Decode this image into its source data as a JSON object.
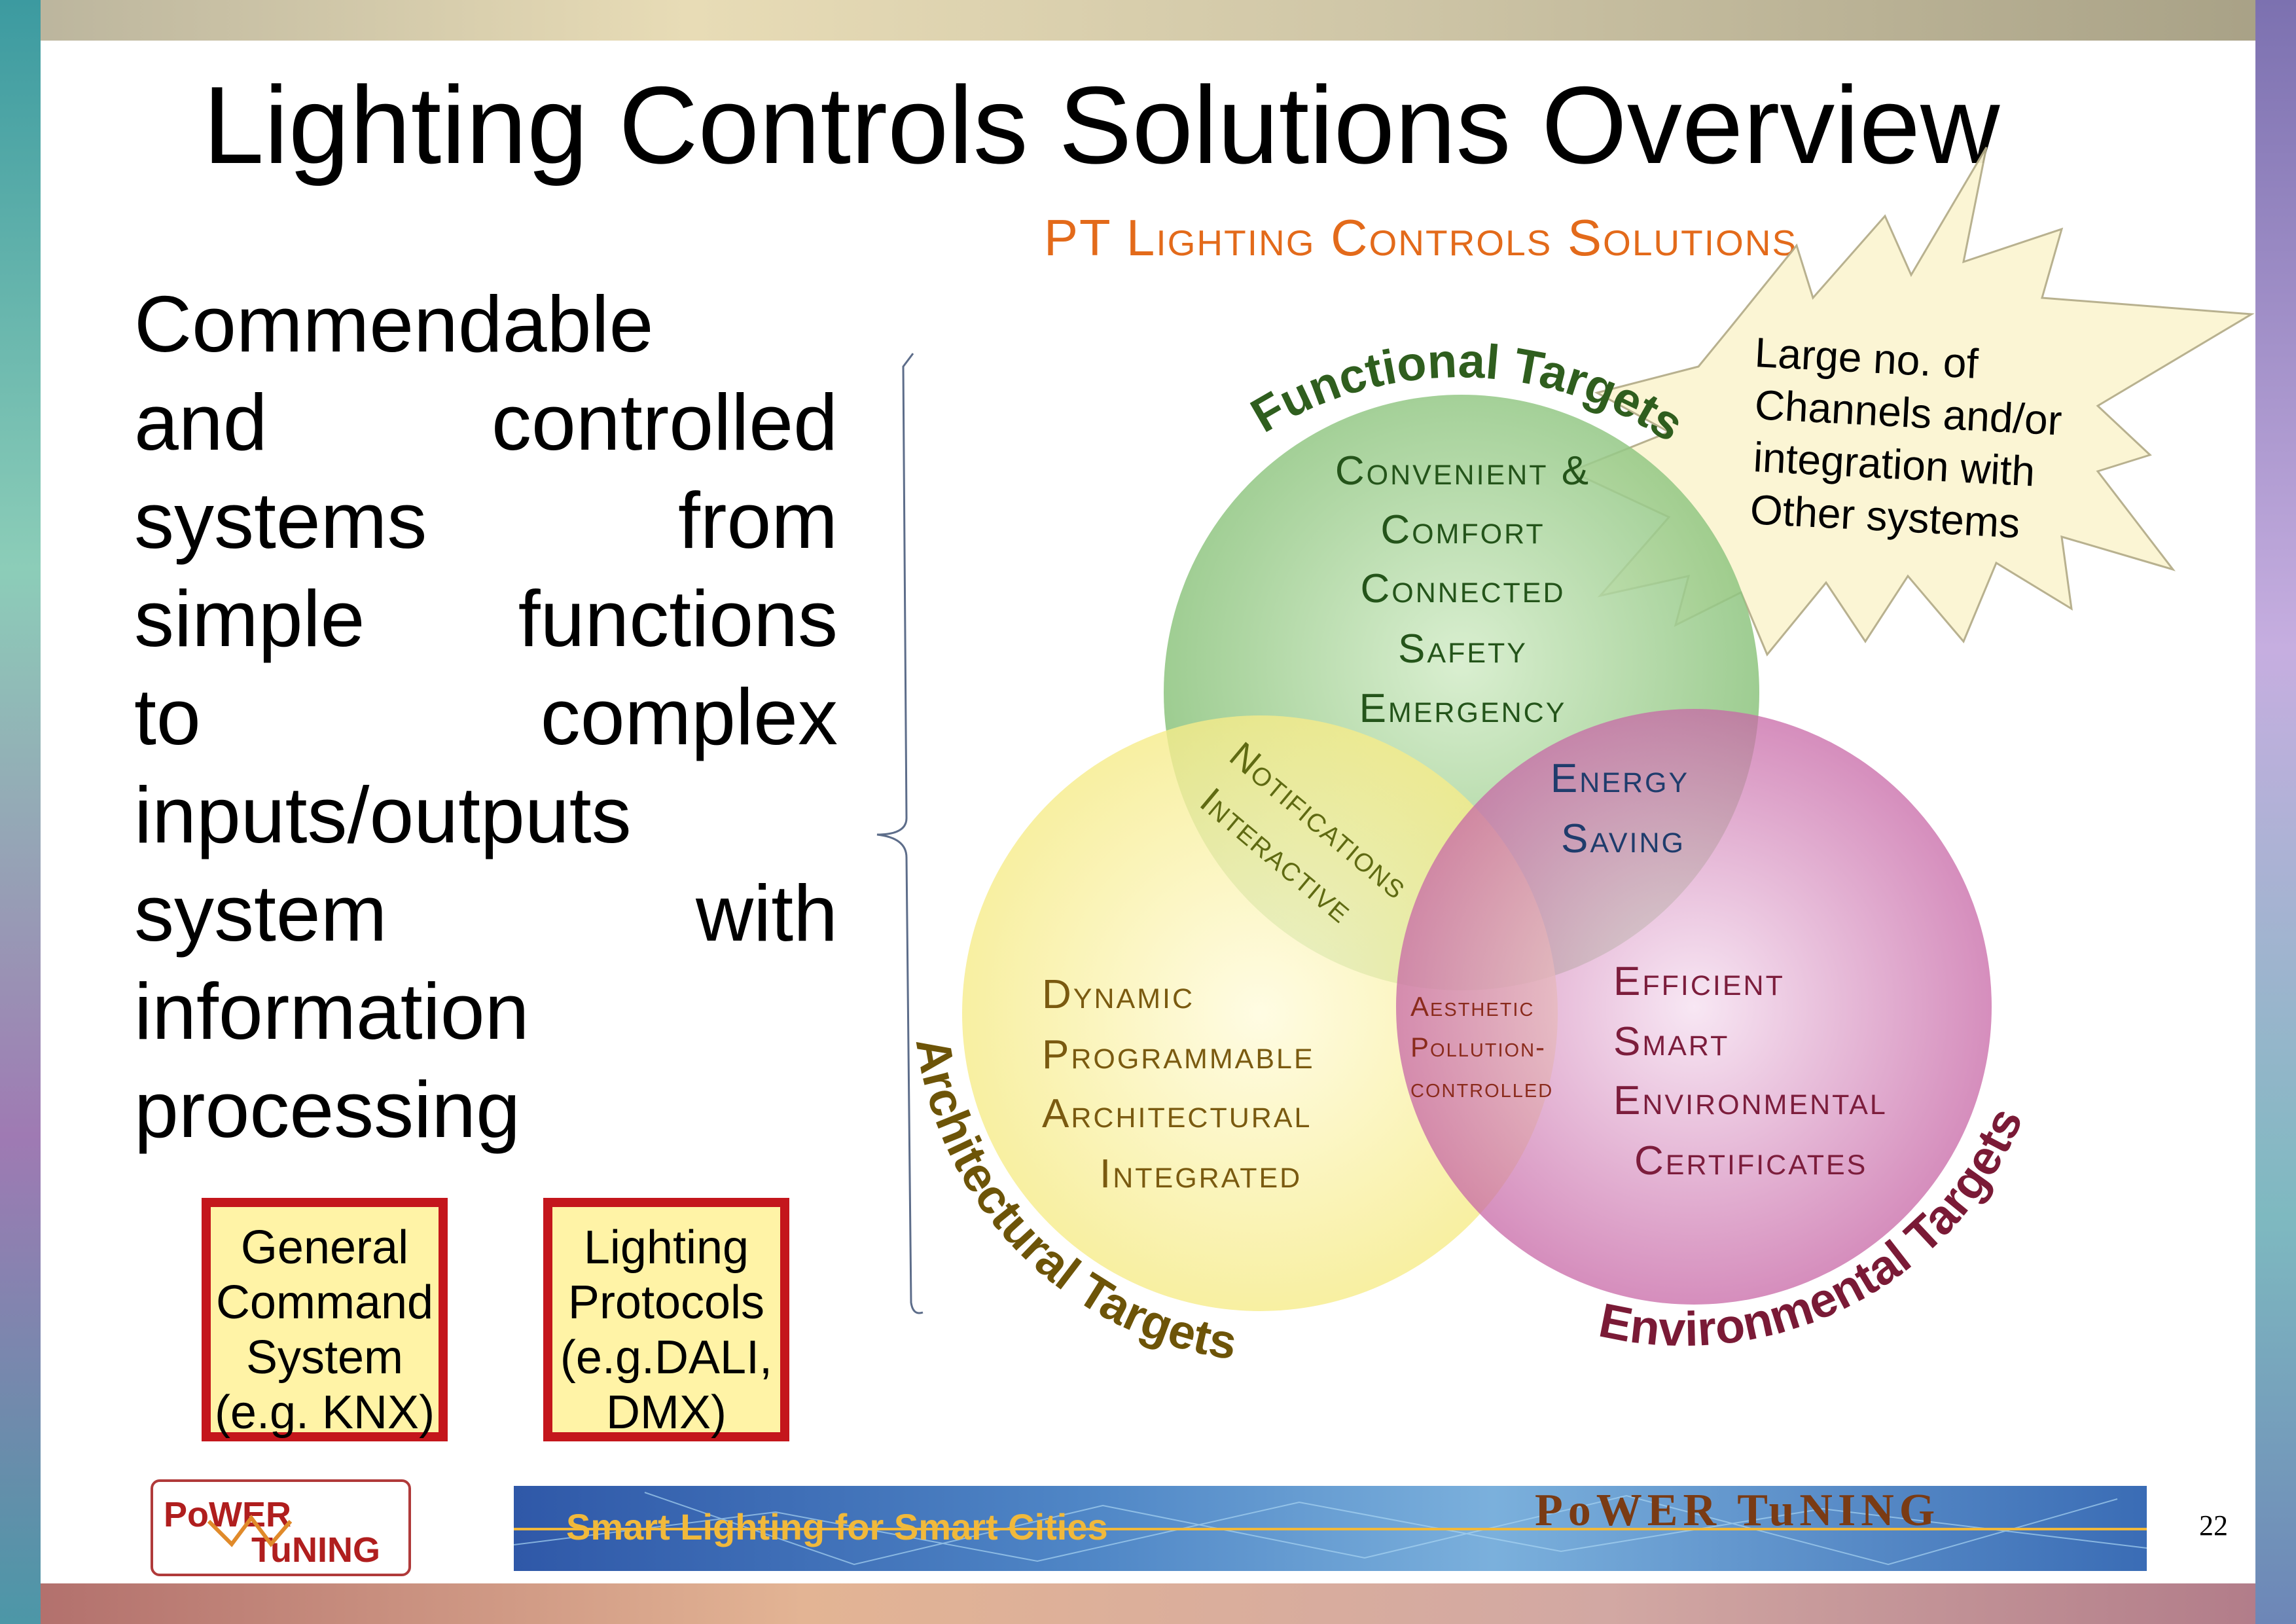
{
  "title": "Lighting Controls Solutions Overview",
  "subtitle": "PT Lighting Controls Solutions",
  "body_lines": [
    [
      "Commendable"
    ],
    [
      "and",
      "controlled"
    ],
    [
      "systems",
      "from"
    ],
    [
      "simple",
      "functions"
    ],
    [
      "to",
      "complex"
    ],
    [
      "inputs/outputs"
    ],
    [
      "system",
      "with"
    ],
    [
      "information"
    ],
    [
      "processing"
    ]
  ],
  "boxes": {
    "box1": [
      "General",
      "Command",
      "System",
      "(e.g. KNX)"
    ],
    "box2": [
      "Lighting",
      "Protocols",
      "(e.g.DALI,",
      "DMX)"
    ]
  },
  "venn": {
    "functional_label": "Functional Targets",
    "architectural_label": "Architectural Targets",
    "environmental_label": "Environmental Targets",
    "functional_items": [
      "Convenient &",
      "Comfort",
      "Connected",
      "Safety",
      "Emergency"
    ],
    "architectural_items": [
      "Dynamic",
      "Programmable",
      "Architectural",
      "Integrated"
    ],
    "environmental_items": [
      "Efficient",
      "Smart",
      "Environmental",
      "Certificates"
    ],
    "func_arch_items": [
      "Notifications",
      "Interactive"
    ],
    "func_env_items": [
      "Energy",
      "Saving"
    ],
    "arch_env_items": [
      "Aesthetic",
      "Pollution-",
      "controlled"
    ],
    "colors": {
      "functional": "#7bbf6a",
      "architectural": "#f6ee8e",
      "environmental": "#c35c9f"
    }
  },
  "callout": [
    "Large no. of",
    "Channels and/or",
    "integration with",
    "Other systems"
  ],
  "logo": {
    "line1": "PoWER",
    "line2": "TuNING"
  },
  "banner": {
    "text": "Smart Lighting for Smart Cities",
    "logo": "PoWER TuNING"
  },
  "page_number": "22"
}
